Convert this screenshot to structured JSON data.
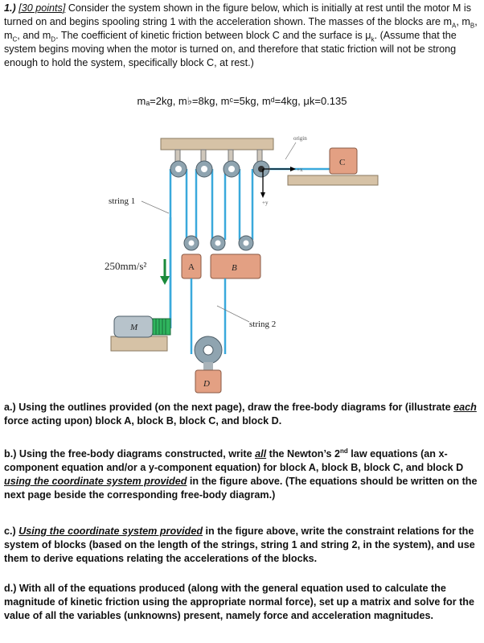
{
  "problem": {
    "number": "1.)",
    "points": "[30 points]",
    "intro_a": "Consider the system shown in the figure below, which is initially at rest until the motor M is turned on and begins spooling string 1 with the acceleration shown.  The masses of the blocks are m",
    "intro_b": ".  The coefficient of kinetic friction between block C and the surface is μ",
    "intro_c": ".  (Assume that the system begins moving when the motor is turned on, and therefore that static friction will not be strong enough to hold the system, specifically block C, at rest.)"
  },
  "given": "mₐ=2kg, m♭=8kg, mᶜ=5kg, mᵈ=4kg, μk=0.135",
  "figure": {
    "origin_label": "origin",
    "plus_x": "+x",
    "plus_y": "+y",
    "string1_label": "string 1",
    "string2_label": "string 2",
    "accel_label": "250mm/s²",
    "block_a": "A",
    "block_b": "B",
    "block_c": "C",
    "block_d": "D",
    "motor": "M",
    "colors": {
      "string": "#3aa9dc",
      "block": "#e3a083",
      "pulley": "#8fa4b0",
      "ceiling": "#d6c2a6",
      "arrow": "#1a8a3a"
    }
  },
  "parts": {
    "a_1": "a.) Using the outlines provided (on the next page), draw the free-body diagrams for (illustrate ",
    "a_each": "each",
    "a_2": " force acting upon) block A, block B, block C, and block D.",
    "b_1": "b.) Using the free-body diagrams constructed, write ",
    "b_all": "all",
    "b_2": " the Newton’s 2",
    "b_nd": "nd",
    "b_3": " law equations (an x-component equation and/or a y-component equation) for block A, block B, block C, and block D ",
    "b_coord": "using the coordinate system provided",
    "b_4": " in the figure above.  (The equations should be written on the next page beside the corresponding free-body diagram.)",
    "c_1": "c.) ",
    "c_coord": "Using the coordinate system provided",
    "c_2": " in the figure above, write the constraint relations for the system of blocks (based on the length of the strings, string 1 and string 2, in the system), and use them to derive equations relating the accelerations of the blocks.",
    "d_1": "d.) With all of the equations produced (along with the general equation used to calculate the magnitude of kinetic friction using the appropriate normal force), set up a matrix and solve for the value of all the variables (unknowns) present, namely force and acceleration magnitudes."
  }
}
